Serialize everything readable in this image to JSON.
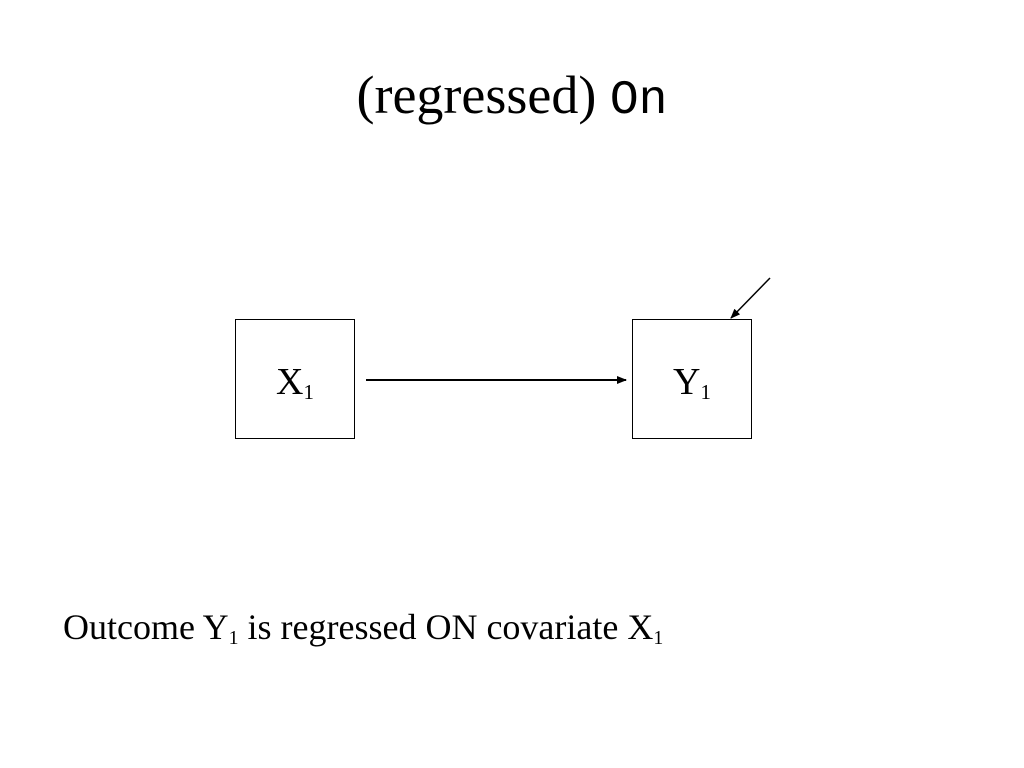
{
  "title": {
    "text": "(regressed)",
    "keyword": "On"
  },
  "diagram": {
    "nodes": [
      {
        "id": "x1",
        "label": "X",
        "subscript": "1"
      },
      {
        "id": "y1",
        "label": "Y",
        "subscript": "1"
      }
    ],
    "edges": [
      {
        "from": "x1",
        "to": "y1"
      },
      {
        "from": "residual",
        "to": "y1"
      }
    ],
    "line_color": "#000000"
  },
  "caption": {
    "part1": "Outcome Y",
    "sub1": "1",
    "part2": " is regressed ON covariate X",
    "sub2": "1"
  }
}
